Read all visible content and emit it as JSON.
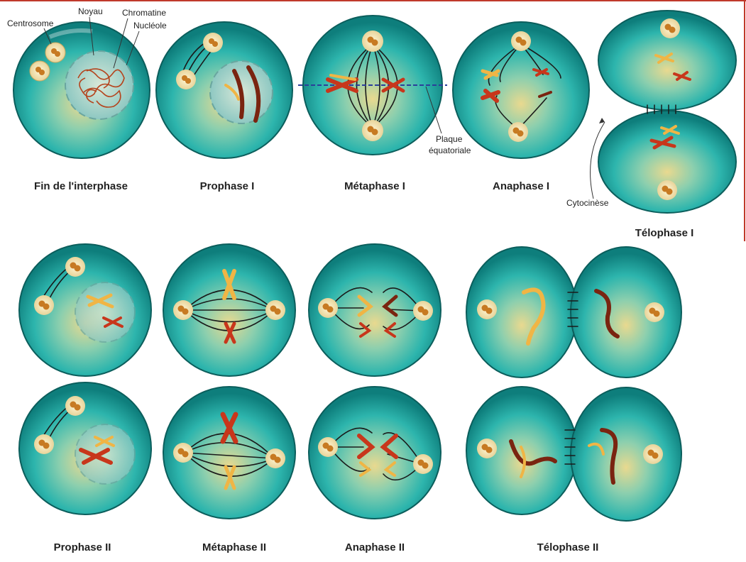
{
  "colors": {
    "cell_outer": "#0e7e7c",
    "cell_inner": "#2db5ad",
    "cell_glow": "#e9d98f",
    "nucleus": "#a9d4cf",
    "centrosome": "#f3e6b8",
    "chromosome_dark": "#7a2410",
    "chromosome_red": "#c8361b",
    "chromosome_yellow": "#f0b545",
    "equator_line": "#2b3f9a",
    "border": "#c0392b"
  },
  "annotations": {
    "centrosome": "Centrosome",
    "noyau": "Noyau",
    "chromatine": "Chromatine",
    "nucleole": "Nucléole",
    "plaque_1": "Plaque",
    "plaque_2": "équatoriale",
    "cytocinese": "Cytocinèse"
  },
  "stages": {
    "fin_interphase": "Fin de l'interphase",
    "prophase_1": "Prophase I",
    "metaphase_1": "Métaphase I",
    "anaphase_1": "Anaphase I",
    "telophase_1": "Télophase I",
    "prophase_2": "Prophase II",
    "metaphase_2": "Métaphase II",
    "anaphase_2": "Anaphase II",
    "telophase_2": "Télophase II"
  }
}
